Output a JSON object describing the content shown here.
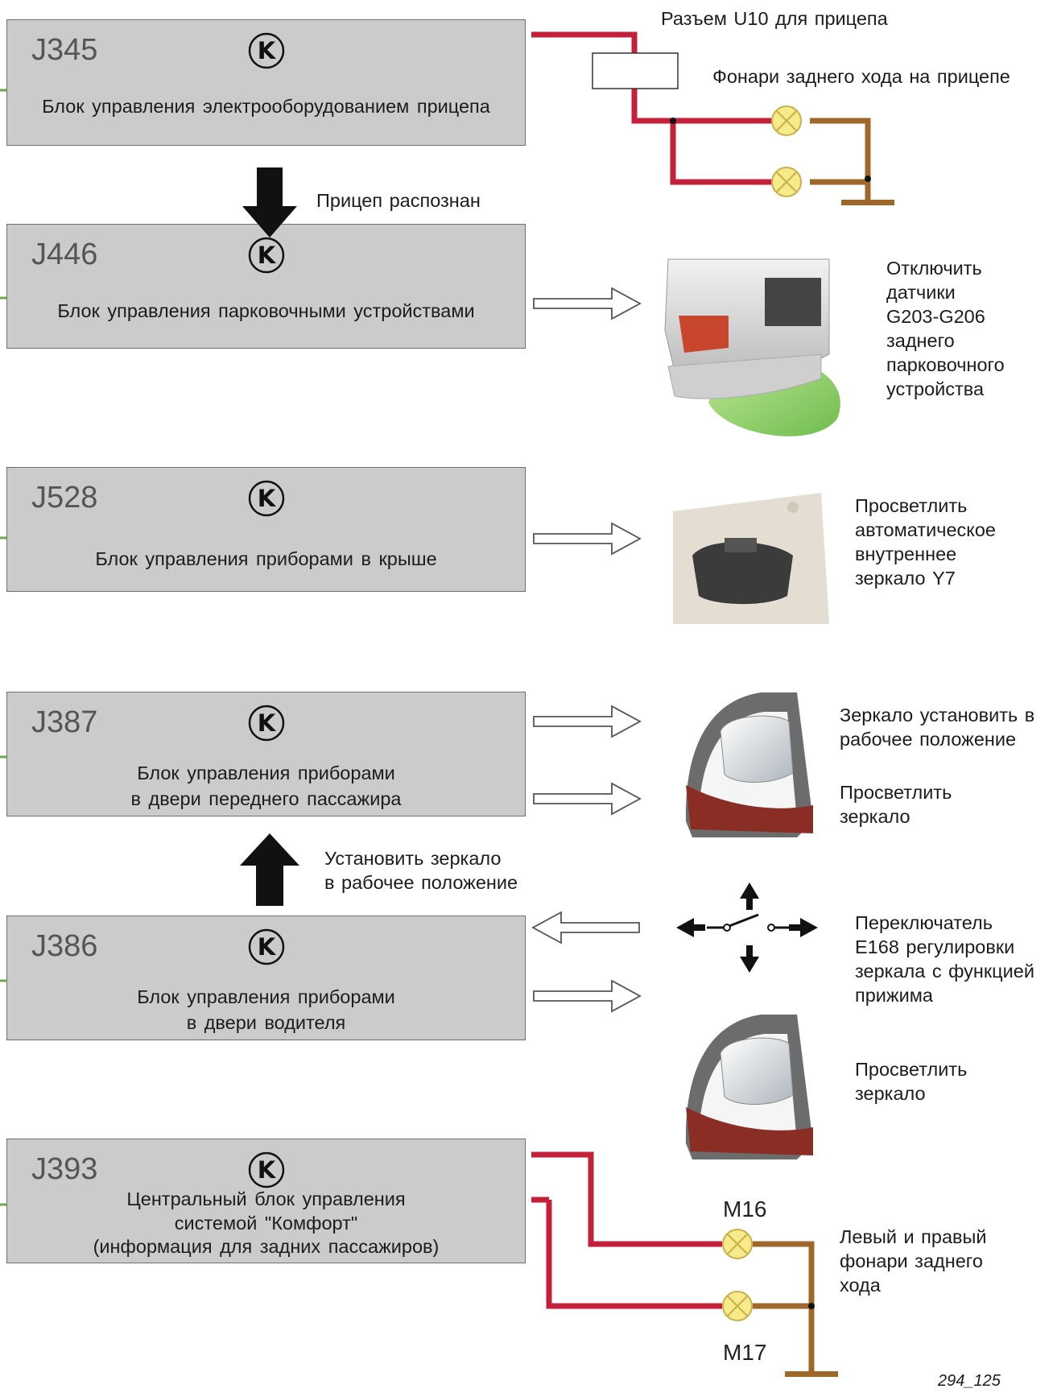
{
  "k_symbol": "K",
  "ecus": [
    {
      "code": "J345",
      "lines": [
        "Блок управления электрооборудованием прицепа"
      ]
    },
    {
      "code": "J446",
      "lines": [
        "Блок управления парковочными устройствами"
      ]
    },
    {
      "code": "J528",
      "lines": [
        "Блок управления приборами в крыше"
      ]
    },
    {
      "code": "J387",
      "lines": [
        "Блок управления приборами",
        "в двери переднего пассажира"
      ]
    },
    {
      "code": "J386",
      "lines": [
        "Блок управления приборами",
        "в двери водителя"
      ]
    },
    {
      "code": "J393",
      "lines": [
        "Центральный блок управления",
        "системой \"Комфорт\"",
        "(информация для задних пассажиров)"
      ]
    }
  ],
  "labels": {
    "trailer_socket": "Разъем U10 для прицепа",
    "trailer_lamps": "Фонари заднего хода на прицепе",
    "trailer_detected": "Прицеп распознан",
    "parking_sensors": [
      "Отключить",
      "датчики",
      "G203-G206",
      "заднего",
      "парковочного",
      "устройства"
    ],
    "inner_mirror": [
      "Просветлить",
      "автоматическое",
      "внутреннее",
      "зеркало Y7"
    ],
    "mirror_work_pos": [
      "Зеркало установить в",
      "рабочее положение"
    ],
    "dim_mirror_1": [
      "Просветлить",
      "зеркало"
    ],
    "set_mirror": [
      "Установить зеркало",
      "в рабочее положение"
    ],
    "mirror_switch": [
      "Переключатель",
      "E168 регулировки",
      "зеркала с функцией",
      "прижима"
    ],
    "dim_mirror_2": [
      "Просветлить",
      "зеркало"
    ],
    "m16": "M16",
    "m17": "M17",
    "rear_lamps": [
      "Левый и правый",
      "фонари заднего",
      "хода"
    ],
    "figure_number": "294_125"
  },
  "icons": [
    "k-terminal-icon",
    "lamp-icon",
    "ground-icon",
    "hollow-arrow-icon",
    "solid-arrow-icon",
    "switch-icon"
  ],
  "colors": {
    "box_fill": "#cbcbcb",
    "wire_red": "#c41f3b",
    "wire_brown": "#a0672b",
    "lamp_yellow": "#f6ea8a",
    "sensor_green": "#8ed05a"
  }
}
